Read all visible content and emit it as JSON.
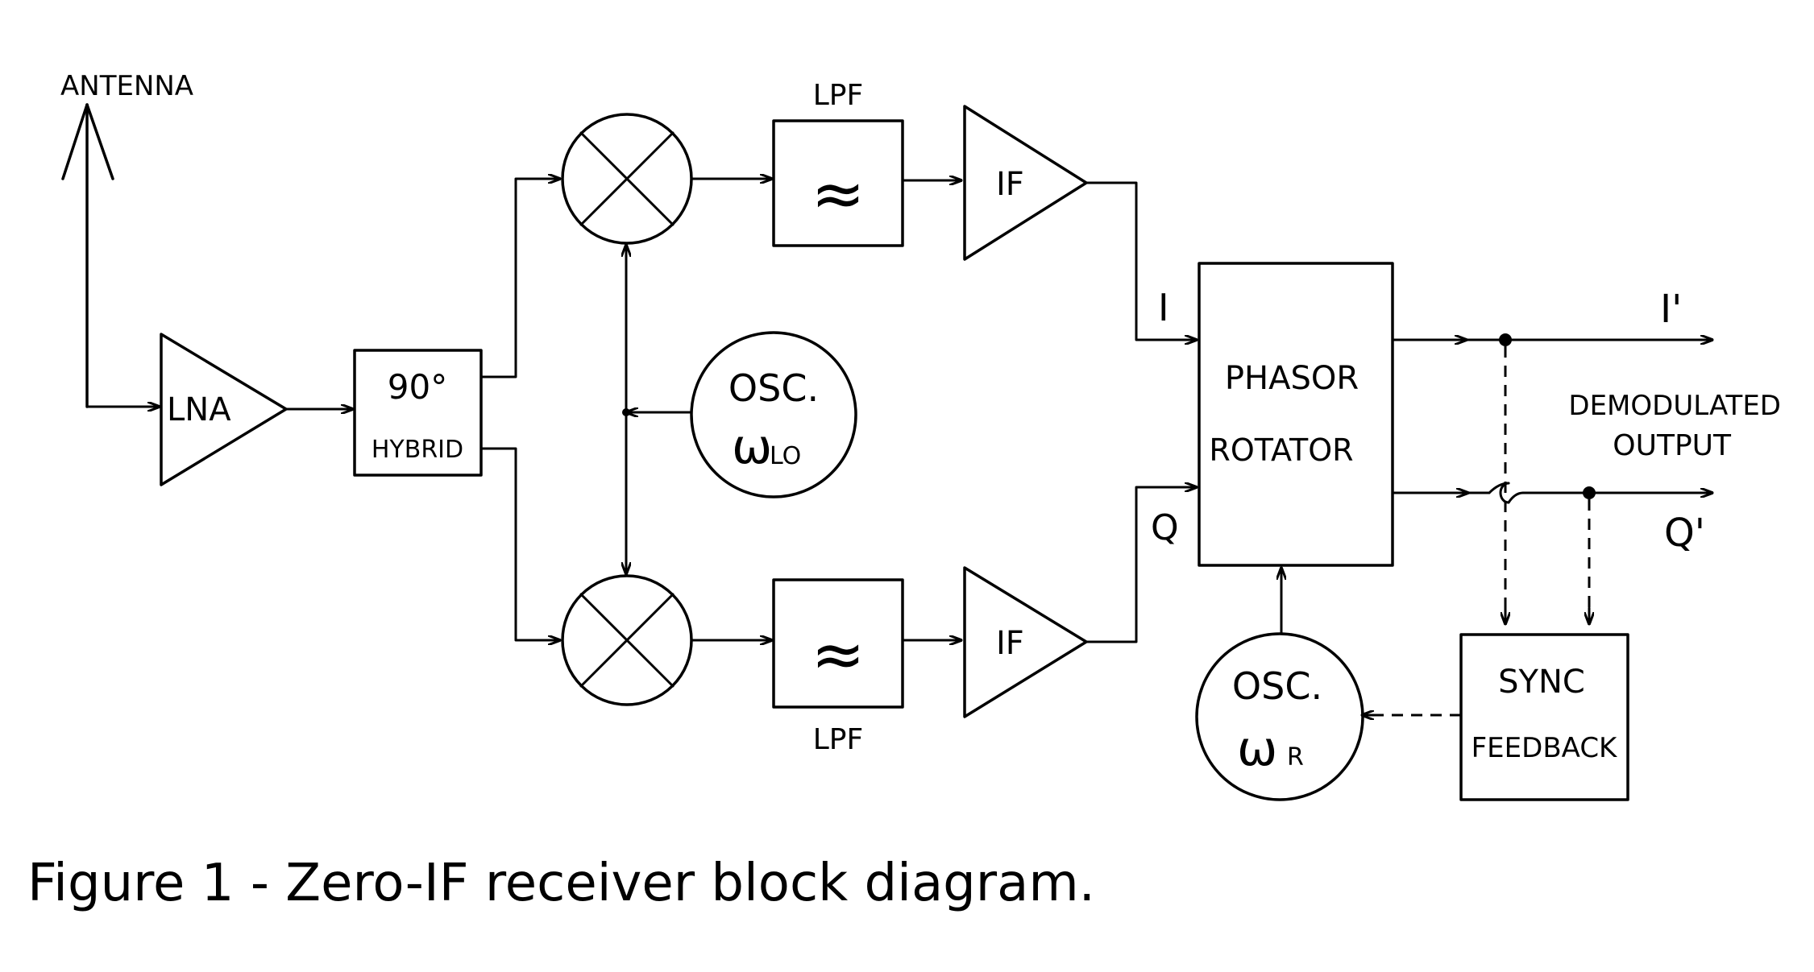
{
  "labels": {
    "antenna": "ANTENNA",
    "lna": "LNA",
    "hybrid_top": "90°",
    "hybrid_bottom": "HYBRID",
    "osc_lo_top": "OSC.",
    "osc_lo_symbol": "ω",
    "osc_lo_sub": "LO",
    "lpf_top": "LPF",
    "lpf_bottom": "LPF",
    "if_top": "IF",
    "if_bottom": "IF",
    "i_in": "I",
    "q_in": "Q",
    "phasor_line1": "PHASOR",
    "phasor_line2": "ROTATOR",
    "i_out": "I'",
    "q_out": "Q'",
    "demod_line1": "DEMODULATED",
    "demod_line2": "OUTPUT",
    "osc_r_top": "OSC.",
    "osc_r_symbol": "ω",
    "osc_r_sub": "R",
    "sync_line1": "SYNC",
    "sync_line2": "FEEDBACK",
    "filter_symbol": "≈"
  },
  "caption": "Figure 1 - Zero-IF receiver block diagram."
}
